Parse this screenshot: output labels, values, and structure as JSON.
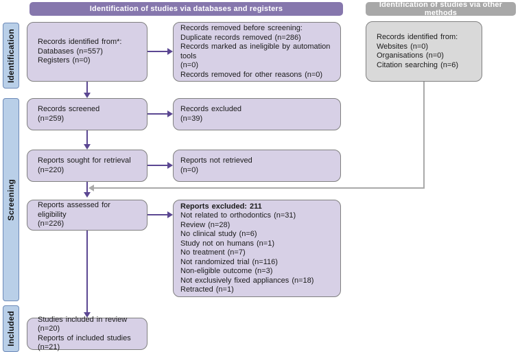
{
  "colors": {
    "header_purple": "#8677ad",
    "header_gray": "#a8a8a8",
    "box_purple_fill": "#d7d0e6",
    "box_gray_fill": "#d9d9d9",
    "box_border": "#7f7f7f",
    "arrow_purple": "#5b4792",
    "arrow_gray": "#a9a9a9",
    "stage_blue_fill": "#b9cfe8",
    "stage_blue_border": "#6d8ab8"
  },
  "headers": {
    "databases": "Identification of studies via databases and registers",
    "other_methods": "Identification of studies via other methods"
  },
  "stages": {
    "identification": "Identification",
    "screening": "Screening",
    "included": "Included"
  },
  "boxes": {
    "records_identified": {
      "lines": [
        "Records identified from*:",
        "Databases (n=557)",
        "Registers (n=0)"
      ]
    },
    "records_removed": {
      "lines": [
        "Records removed before screening:",
        "Duplicate records removed (n=286)",
        "Records marked as ineligible by automation tools",
        "(n=0)",
        "Records removed for other reasons (n=0)"
      ]
    },
    "other_records_identified": {
      "lines": [
        "Records identified from:",
        "Websites (n=0)",
        "Organisations (n=0)",
        "Citation searching (n=6)"
      ]
    },
    "records_screened": {
      "lines": [
        "Records screened",
        "(n=259)"
      ]
    },
    "records_excluded": {
      "lines": [
        "Records excluded",
        "(n=39)"
      ]
    },
    "reports_sought": {
      "lines": [
        "Reports sought for retrieval",
        "(n=220)"
      ]
    },
    "reports_not_retrieved": {
      "lines": [
        "Reports not retrieved",
        "(n=0)"
      ]
    },
    "reports_assessed": {
      "lines": [
        "Reports assessed for eligibility",
        "(n=226)"
      ]
    },
    "reports_excluded": {
      "title": "Reports excluded: 211",
      "lines": [
        "Not related to orthodontics (n=31)",
        "Review (n=28)",
        "No clinical study (n=6)",
        "Study not on humans (n=1)",
        "No treatment (n=7)",
        "Not randomized trial (n=116)",
        "Non-eligible outcome (n=3)",
        "Not exclusively fixed appliances (n=18)",
        "Retracted (n=1)"
      ]
    },
    "included_studies": {
      "lines": [
        "Studies included in review (n=20)",
        "Reports of included studies (n=21)"
      ]
    }
  }
}
